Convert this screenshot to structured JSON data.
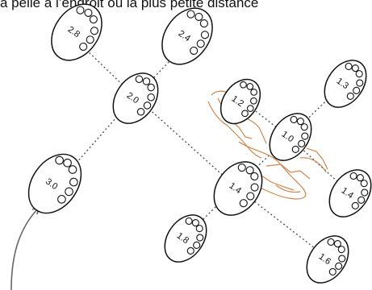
{
  "caption": "a pelle à l’endroit où la plus petite distance",
  "nodes": [
    {
      "id": "n28",
      "label": "2.8"
    },
    {
      "id": "n24",
      "label": "2.4"
    },
    {
      "id": "n20",
      "label": "2.0"
    },
    {
      "id": "n12",
      "label": "1.2"
    },
    {
      "id": "n13",
      "label": "1.3"
    },
    {
      "id": "n10",
      "label": "1.0"
    },
    {
      "id": "n30",
      "label": "3.0"
    },
    {
      "id": "n14a",
      "label": "1.4"
    },
    {
      "id": "n14b",
      "label": "1.4"
    },
    {
      "id": "n18",
      "label": "1.8"
    },
    {
      "id": "n16",
      "label": "1.6"
    }
  ],
  "colors": {
    "excavator_sketch": "#c87a3f",
    "line": "#555555",
    "node_stroke": "#111111"
  }
}
